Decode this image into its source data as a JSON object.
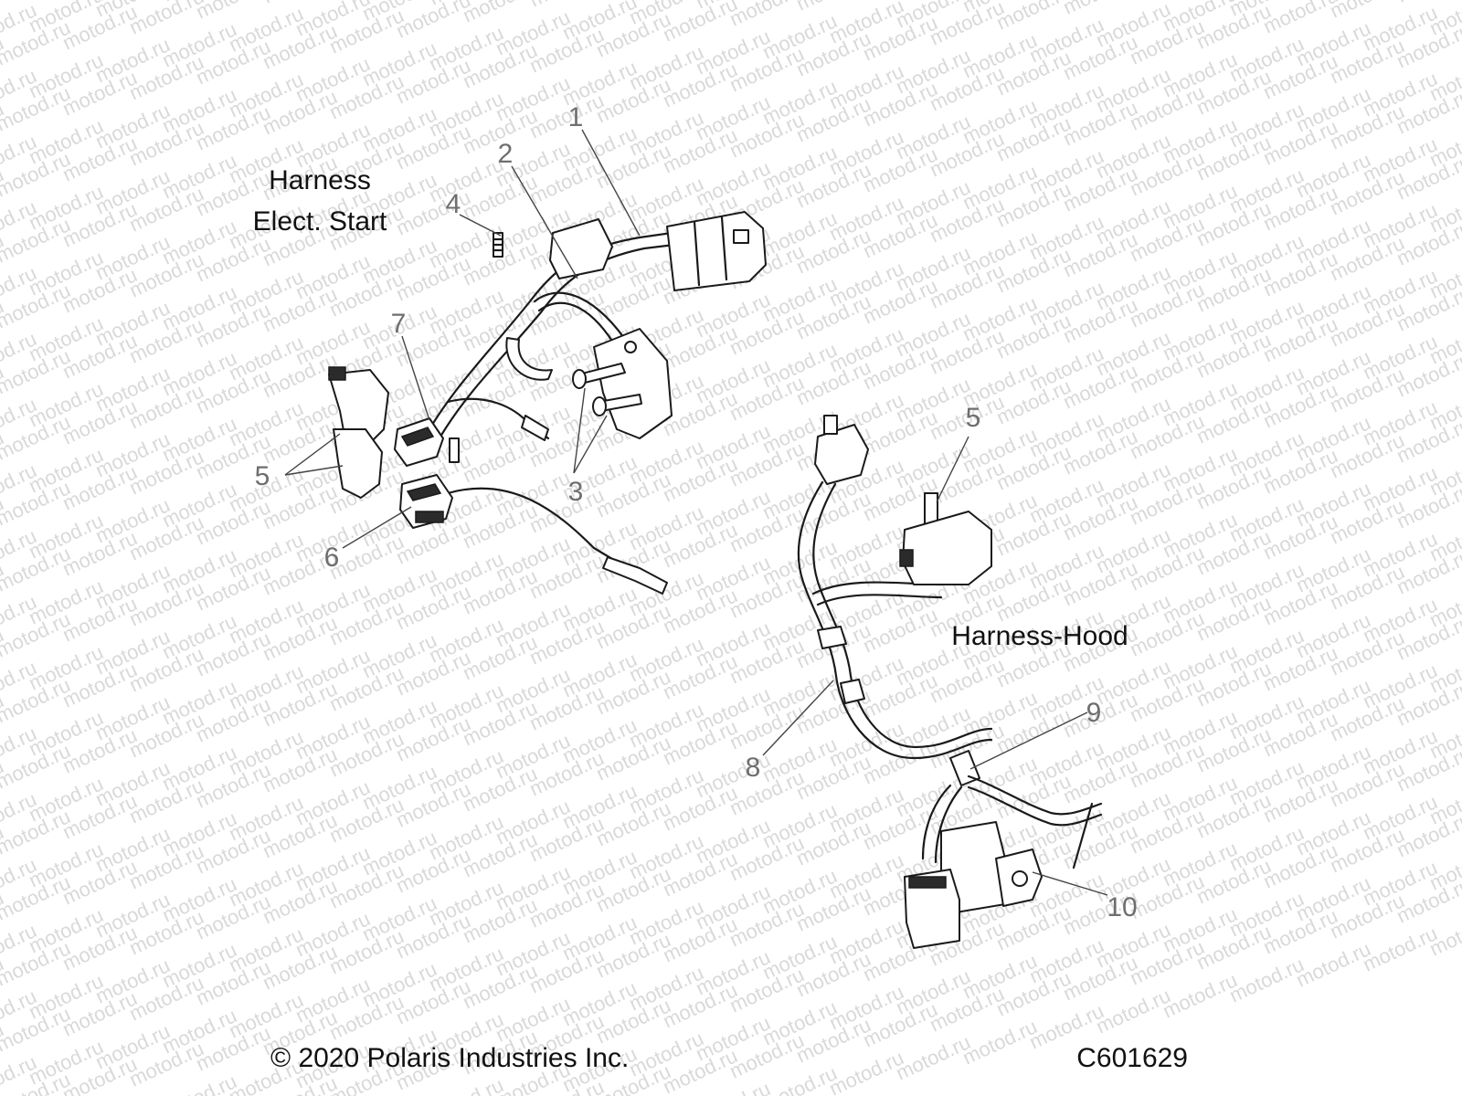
{
  "watermark": {
    "text": "motod.ru"
  },
  "assemblies": {
    "left_title_line1": "Harness",
    "left_title_line2": "Elect. Start",
    "right_title": "Harness-Hood"
  },
  "callouts": {
    "c1": "1",
    "c2": "2",
    "c3": "3",
    "c4": "4",
    "c5_left": "5",
    "c5_right": "5",
    "c6": "6",
    "c7": "7",
    "c8": "8",
    "c9": "9",
    "c10": "10"
  },
  "footer": {
    "copyright": "© 2020 Polaris Industries Inc.",
    "diagram_code": "C601629"
  }
}
